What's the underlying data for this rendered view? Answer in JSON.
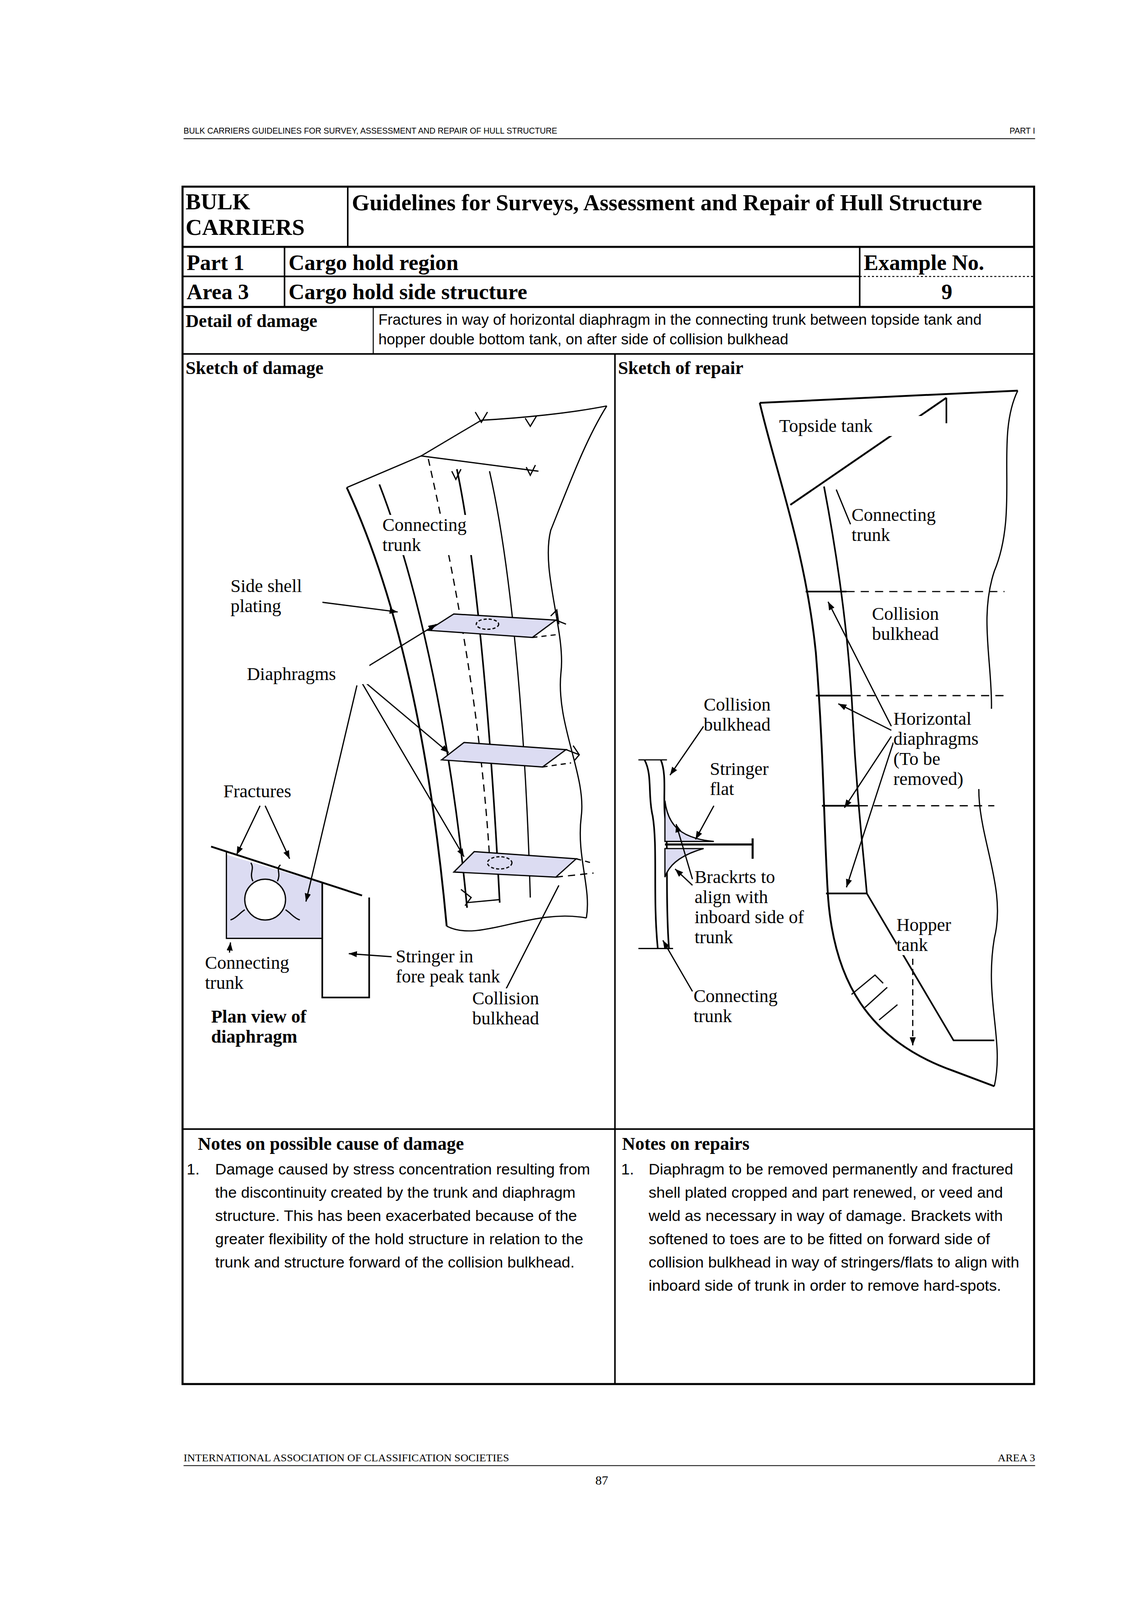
{
  "diagram": {
    "title": "Guidelines for Surveys, Assessment and Repair of Hull Structure",
    "labels": [
      "BULK CARRIERS GUIDELINES FOR SURVEY, ASSESSMENT AND REPAIR OF HULL STRUCTURE",
      "PART I",
      "BULK CARRIERS",
      "Part 1",
      "Cargo hold region",
      "Example No.",
      "Area 3",
      "Cargo hold side structure",
      "9",
      "Detail of damage",
      "Fractures in way of horizontal diaphragm in the connecting trunk between topside tank and hopper double bottom tank, on after side of collision bulkhead",
      "Sketch of damage",
      "Sketch of repair",
      "Connecting trunk",
      "Side shell plating",
      "Diaphragms",
      "Fractures",
      "Connecting trunk",
      "Plan view of diaphragm",
      "Stringer in fore peak tank",
      "Collision bulkhead",
      "Topside tank",
      "Connecting trunk",
      "Collision bulkhead",
      "Collision bulkhead",
      "Stringer flat",
      "Horizontal diaphragms (To be removed)",
      "Brackrts to align with inboard side of trunk",
      "Hopper tank",
      "Connecting trunk",
      "Notes on possible cause of damage",
      "1.",
      "Damage caused by stress concentration resulting from the discontinuity created by the trunk and diaphragm structure. This has been exacerbated because of the greater flexibility of the hold structure in relation to the trunk and structure forward of the collision bulkhead.",
      "Notes on repairs",
      "1.",
      "Diaphragm to be removed permanently and fractured shell plated cropped and part renewed, or veed and weld as necessary in way of damage. Brackets with softened to toes are to be fitted on forward side of collision bulkhead in way of stringers/flats to align with inboard side of trunk in order to remove hard-spots.",
      "INTERNATIONAL ASSOCIATION OF CLASSIFICATION SOCIETIES",
      "AREA 3",
      "87"
    ]
  }
}
